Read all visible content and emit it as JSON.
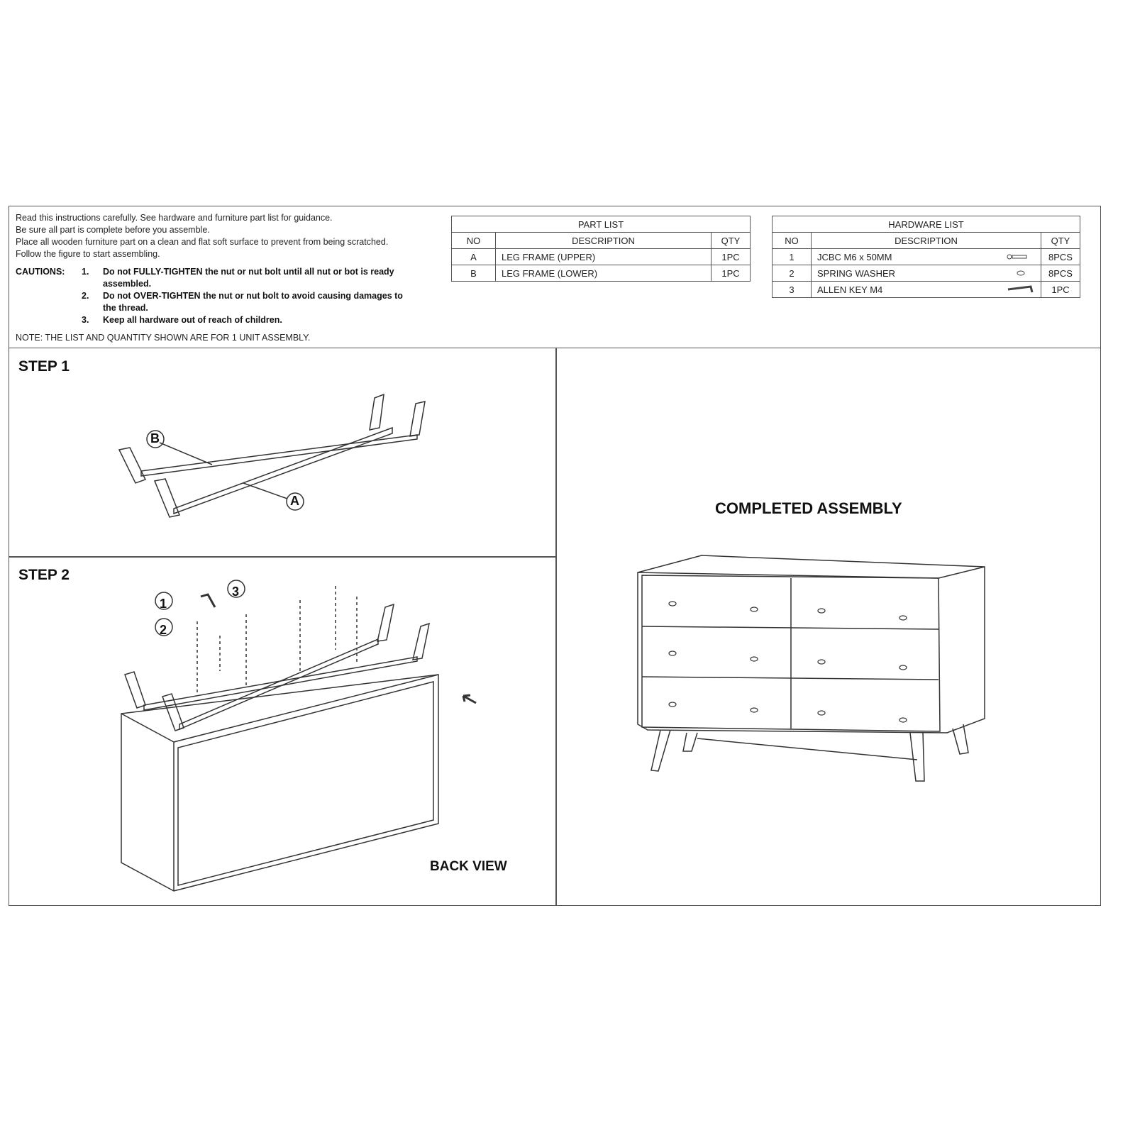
{
  "intro": [
    "Read this instructions carefully. See hardware and furniture part list for guidance.",
    "Be sure all part is complete before you assemble.",
    "Place all wooden furniture part on a clean and flat soft surface to prevent from being scratched.",
    "Follow the figure to start assembling."
  ],
  "cautions": {
    "label": "CAUTIONS:",
    "items": [
      {
        "num": "1.",
        "text": "Do not FULLY-TIGHTEN the nut or nut bolt until all nut or bot is ready assembled."
      },
      {
        "num": "2.",
        "text": "Do not OVER-TIGHTEN the nut or nut bolt to avoid causing damages to the thread."
      },
      {
        "num": "3.",
        "text": "Keep all hardware out of reach of children."
      }
    ]
  },
  "note": "NOTE: THE LIST AND QUANTITY SHOWN ARE FOR 1 UNIT ASSEMBLY.",
  "part_list": {
    "title": "PART LIST",
    "headers": [
      "NO",
      "DESCRIPTION",
      "QTY"
    ],
    "rows": [
      [
        "A",
        "LEG FRAME (UPPER)",
        "1PC"
      ],
      [
        "B",
        "LEG FRAME (LOWER)",
        "1PC"
      ]
    ]
  },
  "hardware_list": {
    "title": "HARDWARE LIST",
    "headers": [
      "NO",
      "DESCRIPTION",
      "QTY"
    ],
    "rows": [
      [
        "1",
        "JCBC M6 x 50MM",
        "8PCS"
      ],
      [
        "2",
        "SPRING WASHER",
        "8PCS"
      ],
      [
        "3",
        "ALLEN KEY M4",
        "1PC"
      ]
    ]
  },
  "step1": {
    "title": "STEP 1",
    "callouts": [
      "B",
      "A"
    ]
  },
  "step2": {
    "title": "STEP 2",
    "callouts": [
      "1",
      "2",
      "3"
    ],
    "back_view": "BACK VIEW"
  },
  "completed": "COMPLETED ASSEMBLY"
}
